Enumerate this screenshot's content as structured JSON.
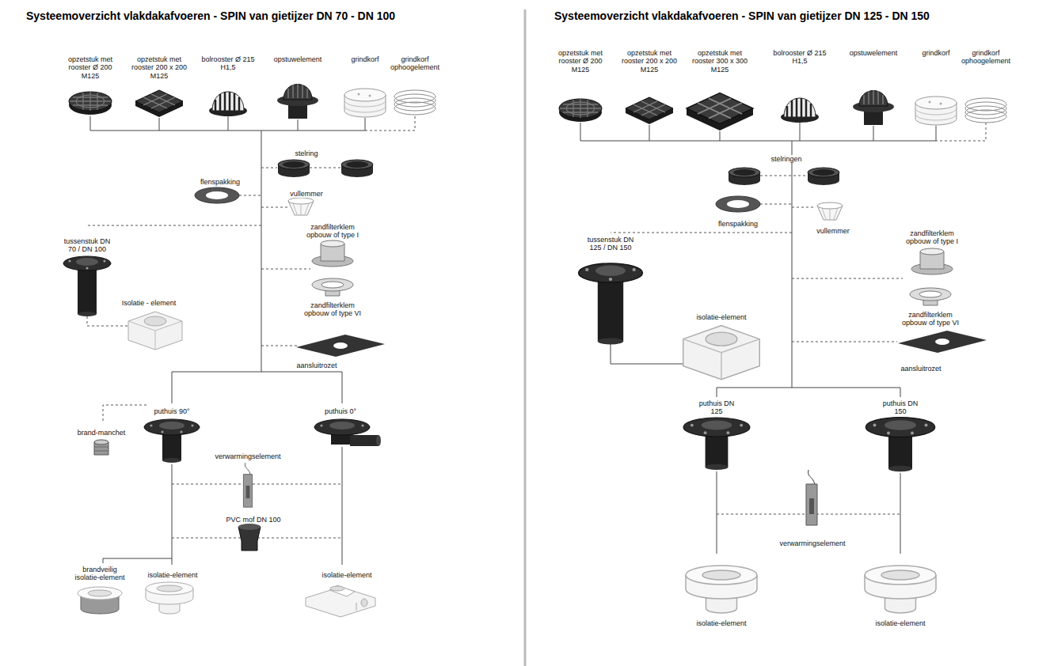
{
  "diagram": {
    "labels": [
      "Systeemoverzicht vlakdakafvoeren - SPIN van gietijzer DN 70 - DN 100",
      "opzetstuk met rooster Ø 200 M125",
      "opzetstuk met rooster 200 x 200 M125",
      "bolrooster Ø 215 H1,5",
      "opstuwelement",
      "grindkorf",
      "grindkorf ophoogelement",
      "stelring",
      "flenspakking",
      "vullemmer",
      "zandfilterklem opbouw of type I",
      "tussenstuk DN 70 / DN 100",
      "Isolatie - element",
      "zandfilterklem opbouw of type VI",
      "aansluitrozet",
      "puthuis 90°",
      "puthuis 0°",
      "brand-manchet",
      "verwarmingselement",
      "PVC mof DN 100",
      "brandveilig isolatie-element",
      "isolatie-element",
      "isolatie-element",
      "Systeemoverzicht vlakdakafvoeren - SPIN van gietijzer DN 125 - DN 150",
      "opzetstuk met rooster Ø 200 M125",
      "opzetstuk met rooster 200 x 200 M125",
      "opzetstuk met rooster 300 x 300 M125",
      "bolrooster Ø 215 H1,5",
      "opstuwelement",
      "grindkorf",
      "grindkorf ophoogelement",
      "stelringen",
      "flenspakking",
      "vullemmer",
      "zandfilterklem opbouw of type I",
      "tussenstuk DN 125 / DN 150",
      "isolatie-element",
      "zandfilterklem opbouw of type VI",
      "aansluitrozet",
      "puthuis DN 125",
      "puthuis DN 150",
      "verwarmingselement",
      "isolatie-element",
      "isolatie-element"
    ]
  }
}
